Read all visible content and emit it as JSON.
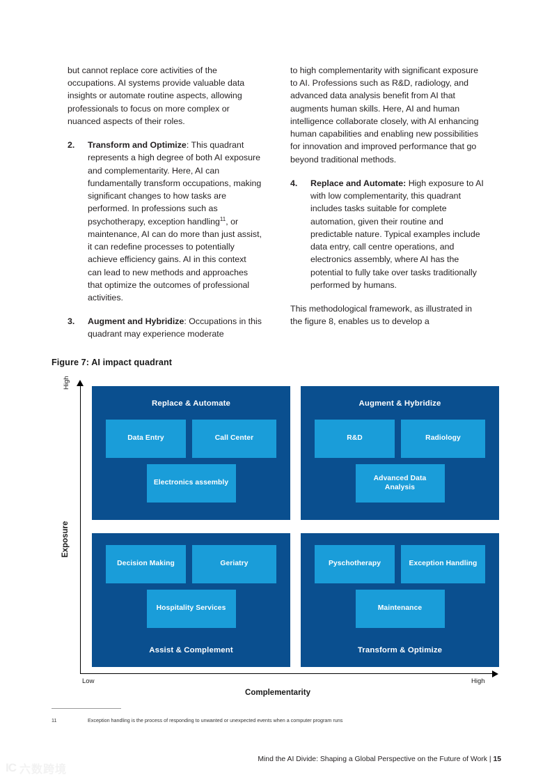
{
  "columns": {
    "left": {
      "intro_paragraph": "but cannot replace core activities of the occupations. AI systems provide valuable data insights or automate routine aspects, allowing professionals to focus on more complex or nuanced aspects of their roles.",
      "items": [
        {
          "number": "2.",
          "heading": "Transform and Optimize",
          "heading_sep": ": ",
          "body_before_footnote": "This quadrant represents a high degree of both AI exposure and complementarity. Here, AI can fundamentally transform occupations, making significant changes to how tasks are performed. In professions such as psychotherapy, exception handling",
          "footnote_marker": "11",
          "body_after_footnote": ", or maintenance, AI can do more than just assist, it can redefine processes to potentially achieve efficiency gains. AI in this context can lead to new methods and approaches that optimize the outcomes of professional activities."
        },
        {
          "number": "3.",
          "heading": "Augment and Hybridize",
          "heading_sep": ": ",
          "body": "Occupations in this quadrant may experience moderate"
        }
      ]
    },
    "right": {
      "intro_paragraph": "to high complementarity with significant exposure to AI. Professions such as R&D, radiology, and advanced data analysis benefit from AI that augments human skills. Here, AI and human intelligence collaborate closely, with AI enhancing human capabilities and enabling new possibilities for innovation and improved performance that go beyond traditional methods.",
      "items": [
        {
          "number": "4.",
          "heading": "Replace and Automate:",
          "heading_sep": " ",
          "body": "High exposure to AI with low complementarity, this quadrant includes tasks suitable for complete automation, given their routine and predictable nature. Typical examples include data entry, call centre operations, and electronics assembly, where AI has the potential to fully take over tasks traditionally performed by humans."
        }
      ],
      "closing_paragraph": "This methodological framework, as illustrated in the figure 8, enables us to develop a"
    }
  },
  "figure": {
    "caption": "Figure 7: AI impact quadrant"
  },
  "chart_data": {
    "type": "table",
    "title": "Figure 7: AI impact quadrant",
    "xlabel": "Complementarity",
    "ylabel": "Exposure",
    "x_ticks": [
      "Low",
      "High"
    ],
    "y_ticks": [
      "High"
    ],
    "grid": false,
    "legend": "none",
    "colors": {
      "quadrant_fill": "#0a4f8f",
      "chip_fill": "#1a9dd9",
      "text": "#ffffff",
      "axis": "#000000"
    },
    "quadrants": [
      {
        "position": "top-left",
        "exposure": "High",
        "complementarity": "Low",
        "label": "Replace & Automate",
        "label_position": "top",
        "occupations": [
          "Data Entry",
          "Call Center",
          "Electronics assembly"
        ]
      },
      {
        "position": "top-right",
        "exposure": "High",
        "complementarity": "High",
        "label": "Augment & Hybridize",
        "label_position": "top",
        "occupations": [
          "R&D",
          "Radiology",
          "Advanced Data Analysis"
        ]
      },
      {
        "position": "bottom-left",
        "exposure": "Low",
        "complementarity": "Low",
        "label": "Assist & Complement",
        "label_position": "bottom",
        "occupations": [
          "Decision Making",
          "Geriatry",
          "Hospitality Services"
        ]
      },
      {
        "position": "bottom-right",
        "exposure": "Low",
        "complementarity": "High",
        "label": "Transform & Optimize",
        "label_position": "bottom",
        "occupations": [
          "Pyschotherapy",
          "Exception Handling",
          "Maintenance"
        ]
      }
    ]
  },
  "footnote": {
    "number": "11",
    "text": "Exception handling is the process of responding to unwanted or unexpected events when a computer program runs"
  },
  "footer": {
    "title": "Mind the AI Divide: Shaping a Global Perspective on the Future of Work",
    "separator": "  |  ",
    "page": "15"
  },
  "watermark": {
    "mark": "IC",
    "text": "六数跨境"
  }
}
